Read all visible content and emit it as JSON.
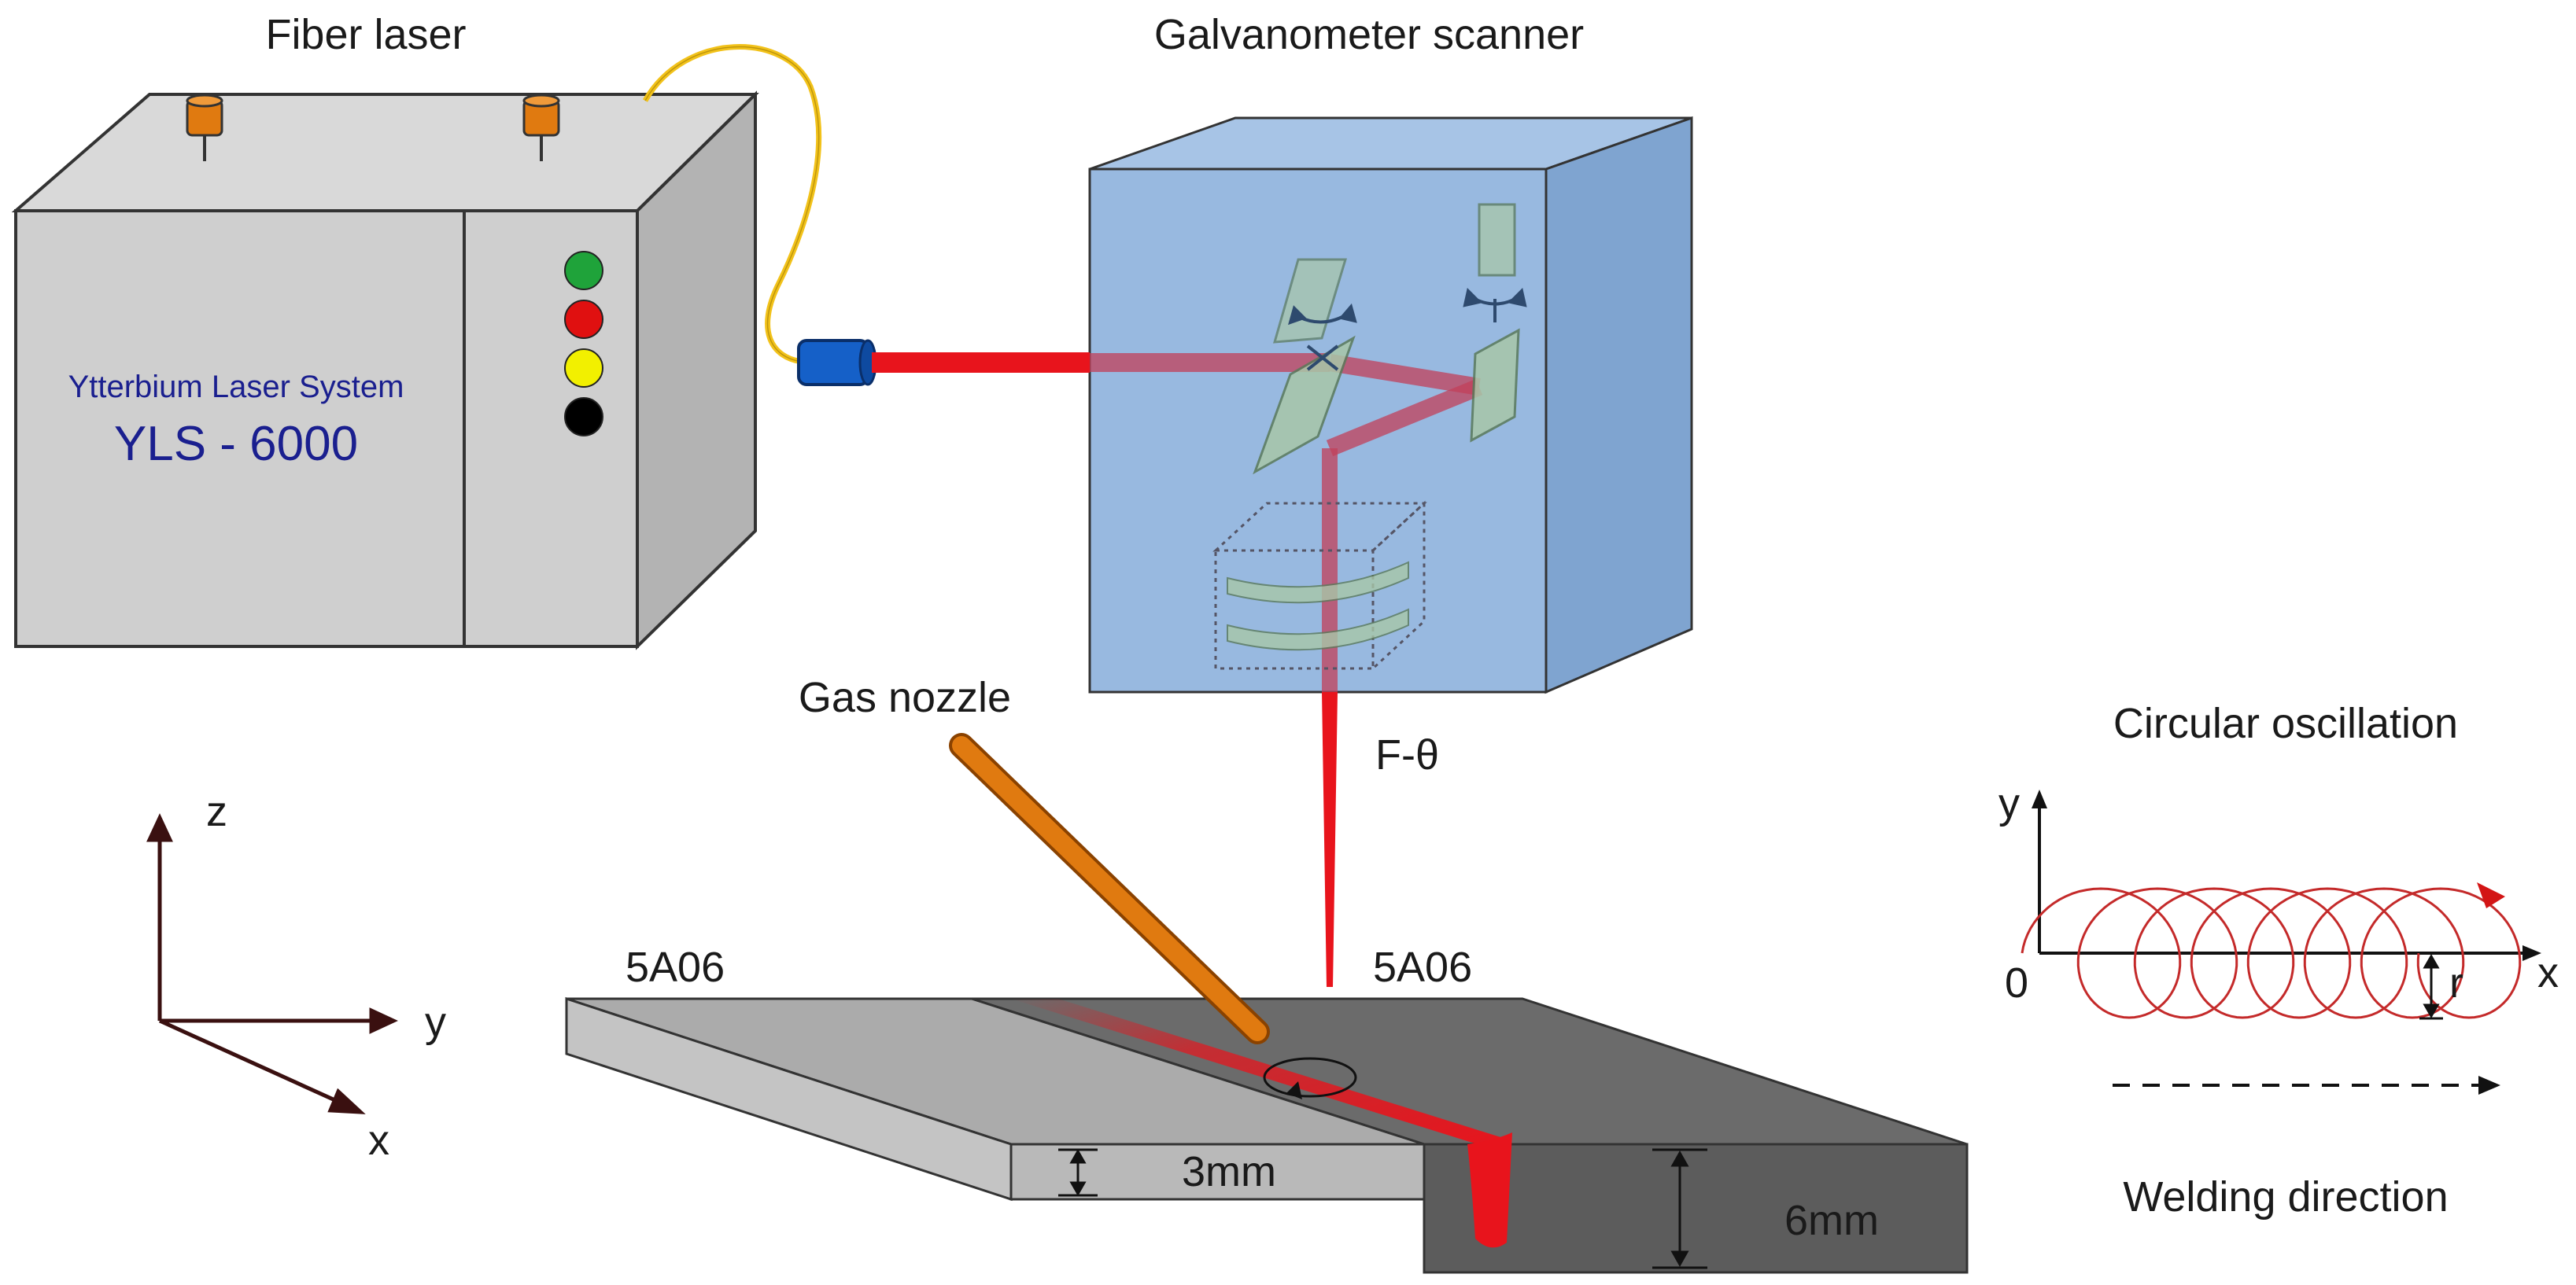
{
  "labels": {
    "fiber_laser": "Fiber laser",
    "galvanometer_scanner": "Galvanometer scanner",
    "laser_system_name": "Ytterbium Laser System",
    "laser_model": "YLS - 6000",
    "gas_nozzle": "Gas nozzle",
    "f_theta": "F-θ",
    "material_left": "5A06",
    "material_right": "5A06",
    "thickness_thin": "3mm",
    "thickness_thick": "6mm",
    "axis_z": "z",
    "axis_y": "y",
    "axis_x": "x",
    "circular_oscillation": "Circular oscillation",
    "osc_axis_y": "y",
    "osc_axis_x": "x",
    "osc_origin": "0",
    "osc_radius": "r",
    "welding_direction": "Welding direction"
  },
  "indicator_lights": [
    "#1fa33a",
    "#e01010",
    "#f2f000",
    "#000000"
  ],
  "colors": {
    "laser_beam": "#e8141c",
    "scanner_box": "#8fb3dd",
    "nozzle": "#e07a10",
    "fiber_cable": "#f2c21a",
    "collimator": "#1560c8",
    "oscillation_path": "#c42a2a",
    "plate_thin": "#a9a9a9",
    "plate_thick": "#6b6b6b"
  }
}
